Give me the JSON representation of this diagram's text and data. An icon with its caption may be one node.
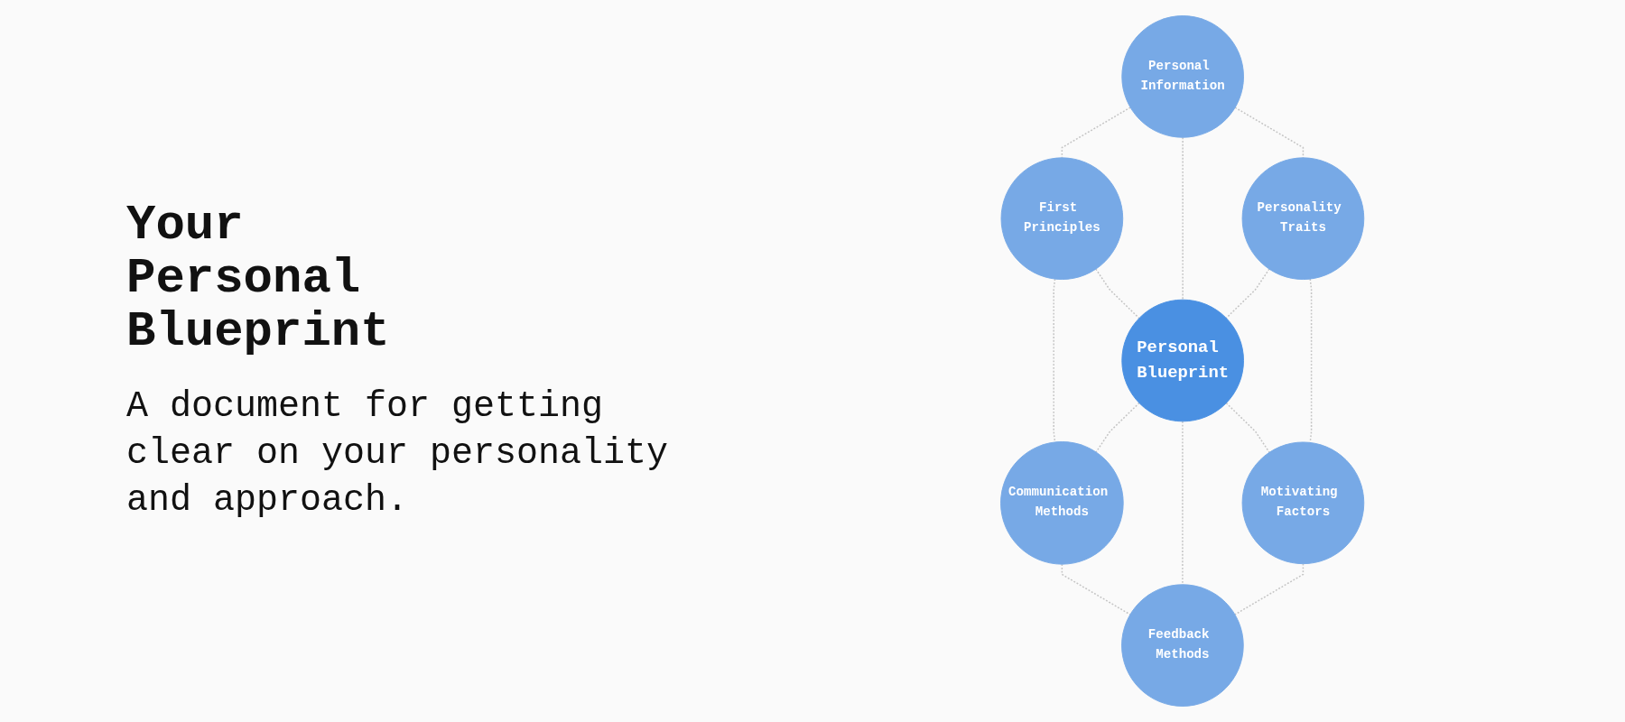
{
  "diagram": {
    "title": "Your Personal Blueprint",
    "caption": "A document for getting clear on your personality and approach.",
    "nodes": [
      {
        "text": [
          "Personal Information"
        ]
      },
      {
        "text": [
          "First Principles"
        ]
      },
      {
        "text": [
          "Personality Traits"
        ]
      },
      {
        "text": [
          "Personal Blueprint"
        ]
      },
      {
        "text": [
          "Communication Methods"
        ]
      },
      {
        "text": [
          "Motivating Factors"
        ]
      },
      {
        "text": [
          "Feedback Methods"
        ]
      }
    ],
    "edges": [
      {
        "from": 0,
        "to": 1,
        "arrow": "none",
        "style": "dashed"
      },
      {
        "from": 0,
        "to": 3,
        "arrow": "none",
        "style": "dashed"
      },
      {
        "from": 0,
        "to": 2,
        "arrow": "none",
        "style": "dashed"
      },
      {
        "from": 1,
        "to": 4,
        "arrow": "none",
        "style": "dashed"
      },
      {
        "from": 1,
        "to": 3,
        "arrow": "none",
        "style": "dashed"
      },
      {
        "from": 2,
        "to": 3,
        "arrow": "none",
        "style": "dashed"
      },
      {
        "from": 2,
        "to": 5,
        "arrow": "none",
        "style": "dashed"
      },
      {
        "from": 3,
        "to": 4,
        "arrow": "none",
        "style": "dashed"
      },
      {
        "from": 3,
        "to": 6,
        "arrow": "none",
        "style": "dashed"
      },
      {
        "from": 3,
        "to": 5,
        "arrow": "none",
        "style": "dashed"
      },
      {
        "from": 4,
        "to": 6,
        "arrow": "none",
        "style": "dashed"
      },
      {
        "from": 5,
        "to": 6,
        "arrow": "none",
        "style": "dashed"
      }
    ]
  }
}
